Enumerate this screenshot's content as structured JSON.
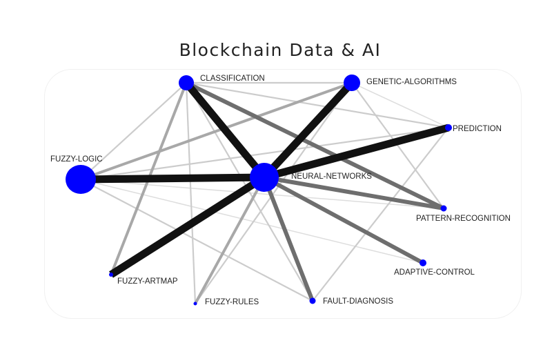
{
  "title": "Blockchain Data & AI",
  "colors": {
    "node": "#0000ff",
    "edge_strong": "#111111",
    "edge_medium": "#6e6e6e",
    "edge_weak": "#a8a8a8",
    "edge_faint": "#cccccc",
    "label": "#222222"
  },
  "nodes": [
    {
      "id": "classification",
      "label": "CLASSIFICATION",
      "size": 3
    },
    {
      "id": "genetic-algorithms",
      "label": "GENETIC-ALGORITHMS",
      "size": 3
    },
    {
      "id": "prediction",
      "label": "PREDICTION",
      "size": 1
    },
    {
      "id": "fuzzy-logic",
      "label": "FUZZY-LOGIC",
      "size": 6
    },
    {
      "id": "neural-networks",
      "label": "NEURAL-NETWORKS",
      "size": 5
    },
    {
      "id": "pattern-recognition",
      "label": "PATTERN-RECOGNITION",
      "size": 1
    },
    {
      "id": "adaptive-control",
      "label": "ADAPTIVE-CONTROL",
      "size": 1
    },
    {
      "id": "fuzzy-artmap",
      "label": "FUZZY-ARTMAP",
      "size": 0.5
    },
    {
      "id": "fuzzy-rules",
      "label": "FUZZY-RULES",
      "size": 0.4
    },
    {
      "id": "fault-diagnosis",
      "label": "FAULT-DIAGNOSIS",
      "size": 1
    }
  ],
  "edges": [
    {
      "source": "fuzzy-logic",
      "target": "neural-networks",
      "weight": 4
    },
    {
      "source": "neural-networks",
      "target": "prediction",
      "weight": 4
    },
    {
      "source": "neural-networks",
      "target": "fuzzy-artmap",
      "weight": 4
    },
    {
      "source": "classification",
      "target": "neural-networks",
      "weight": 4
    },
    {
      "source": "genetic-algorithms",
      "target": "neural-networks",
      "weight": 4
    },
    {
      "source": "classification",
      "target": "pattern-recognition",
      "weight": 3
    },
    {
      "source": "neural-networks",
      "target": "pattern-recognition",
      "weight": 3
    },
    {
      "source": "neural-networks",
      "target": "adaptive-control",
      "weight": 3
    },
    {
      "source": "neural-networks",
      "target": "fault-diagnosis",
      "weight": 3
    },
    {
      "source": "neural-networks",
      "target": "fuzzy-rules",
      "weight": 2
    },
    {
      "source": "classification",
      "target": "fuzzy-artmap",
      "weight": 2
    },
    {
      "source": "fuzzy-logic",
      "target": "genetic-algorithms",
      "weight": 2
    },
    {
      "source": "classification",
      "target": "genetic-algorithms",
      "weight": 1
    },
    {
      "source": "classification",
      "target": "prediction",
      "weight": 1
    },
    {
      "source": "classification",
      "target": "fuzzy-logic",
      "weight": 1
    },
    {
      "source": "classification",
      "target": "fuzzy-rules",
      "weight": 1
    },
    {
      "source": "classification",
      "target": "fault-diagnosis",
      "weight": 1
    },
    {
      "source": "genetic-algorithms",
      "target": "prediction",
      "weight": 0.5
    },
    {
      "source": "genetic-algorithms",
      "target": "pattern-recognition",
      "weight": 1
    },
    {
      "source": "genetic-algorithms",
      "target": "fuzzy-rules",
      "weight": 1
    },
    {
      "source": "fuzzy-logic",
      "target": "prediction",
      "weight": 1
    },
    {
      "source": "fuzzy-logic",
      "target": "pattern-recognition",
      "weight": 0.5
    },
    {
      "source": "fuzzy-logic",
      "target": "adaptive-control",
      "weight": 0.5
    },
    {
      "source": "fuzzy-logic",
      "target": "fault-diagnosis",
      "weight": 1
    },
    {
      "source": "prediction",
      "target": "fault-diagnosis",
      "weight": 1
    },
    {
      "source": "neural-networks",
      "target": "fault-diagnosis",
      "weight": 1
    }
  ]
}
